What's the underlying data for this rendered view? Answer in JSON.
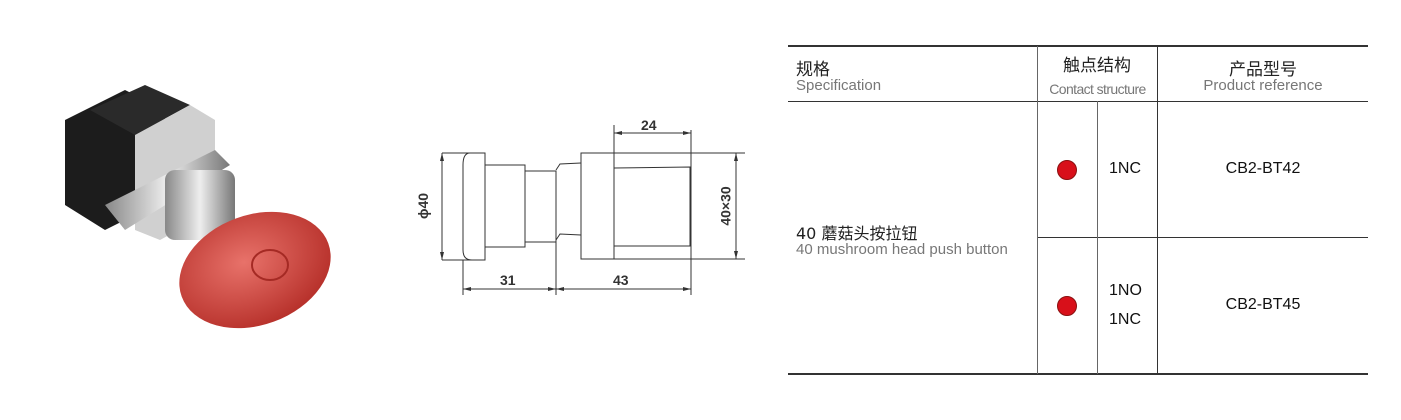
{
  "product_photo": {
    "alt": "mushroom head push button"
  },
  "drawing": {
    "dims": {
      "diameter": "ϕ40",
      "width_top": "24",
      "height": "40×30",
      "length_head": "31",
      "length_body": "43"
    }
  },
  "table": {
    "headers": [
      {
        "zh": "规格",
        "en": "Specification"
      },
      {
        "zh": "触点结构",
        "en": "Contact structure"
      },
      {
        "zh": "产品型号",
        "en": "Product reference"
      }
    ],
    "spec": {
      "zh": "40 蘑菇头按拉钮",
      "en": "40 mushroom head push button"
    },
    "rows": [
      {
        "contact_lines": [
          "1NC"
        ],
        "reference": "CB2-BT42"
      },
      {
        "contact_lines": [
          "1NO",
          "1NC"
        ],
        "reference": "CB2-BT45"
      }
    ],
    "dot_color": "#d8101a"
  }
}
